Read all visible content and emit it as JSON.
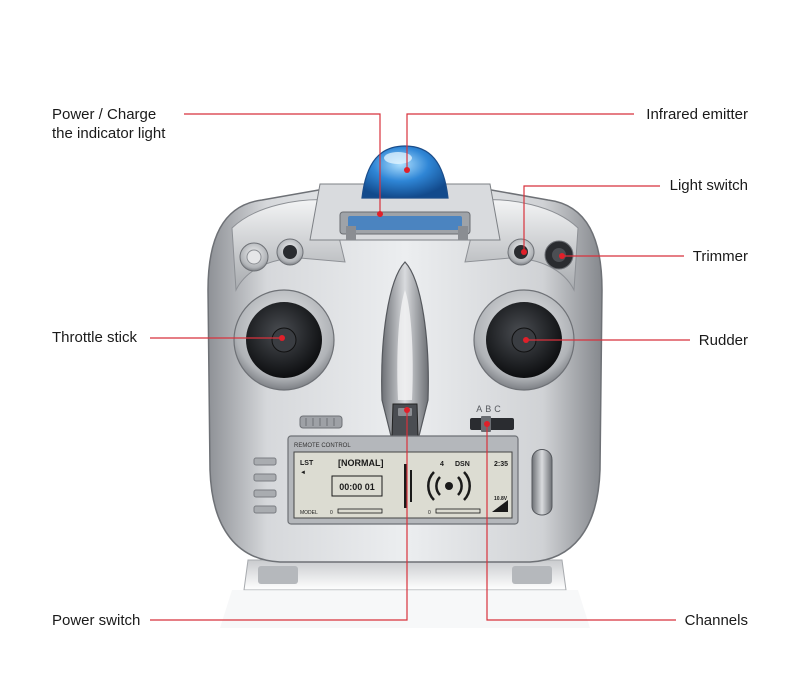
{
  "labels": {
    "power_charge_line1": "Power / Charge",
    "power_charge_line2": "the indicator light",
    "infrared_emitter": "Infrared emitter",
    "light_switch": "Light switch",
    "trimmer": "Trimmer",
    "throttle_stick": "Throttle stick",
    "rudder": "Rudder",
    "power_switch": "Power switch",
    "channels": "Channels"
  },
  "device": {
    "channel_switch_text": "ABC",
    "panel_header": "REMOTE CONTROL",
    "lcd": {
      "tag": "LST",
      "mode": "[NORMAL]",
      "channel_num": "4",
      "dsn": "DSN",
      "clock": "2:35",
      "timer": "00:00 01",
      "model": "MODEL",
      "zero_left": "0",
      "zero_right": "0",
      "voltage": "10.8V"
    }
  },
  "colors": {
    "leader_line": "#d8323c",
    "callout_dot": "#e0202a",
    "body_silver": "#c4c6c9",
    "lcd_bg": "#dcdcd2",
    "emitter_blue": "#2f86d6"
  }
}
